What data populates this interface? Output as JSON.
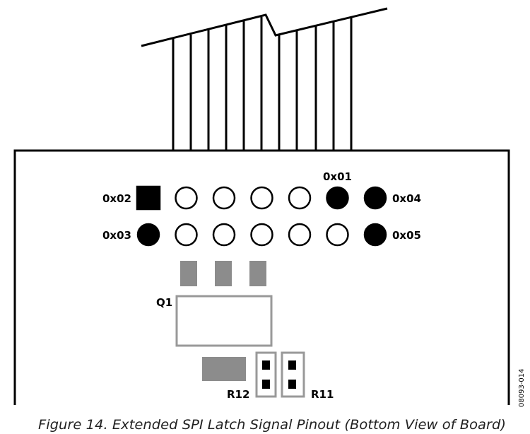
{
  "figure": {
    "caption": "Figure 14. Extended SPI Latch Signal Pinout (Bottom View of Board)",
    "figure_id": "08093-014"
  },
  "pin_labels": {
    "top_left": "0x02",
    "bottom_left": "0x03",
    "top_right": "0x04",
    "bottom_right": "0x05",
    "above": "0x01"
  },
  "component_labels": {
    "transistor": "Q1",
    "resistor_a": "R12",
    "resistor_b": "R11"
  },
  "header": {
    "rows": 2,
    "columns": 7,
    "pins": [
      {
        "row": 1,
        "col": 1,
        "shape": "square",
        "filled": true
      },
      {
        "row": 1,
        "col": 2,
        "shape": "circle",
        "filled": false
      },
      {
        "row": 1,
        "col": 3,
        "shape": "circle",
        "filled": false
      },
      {
        "row": 1,
        "col": 4,
        "shape": "circle",
        "filled": false
      },
      {
        "row": 1,
        "col": 5,
        "shape": "circle",
        "filled": false
      },
      {
        "row": 1,
        "col": 6,
        "shape": "circle",
        "filled": true
      },
      {
        "row": 1,
        "col": 7,
        "shape": "circle",
        "filled": true
      },
      {
        "row": 2,
        "col": 1,
        "shape": "circle",
        "filled": true
      },
      {
        "row": 2,
        "col": 2,
        "shape": "circle",
        "filled": false
      },
      {
        "row": 2,
        "col": 3,
        "shape": "circle",
        "filled": false
      },
      {
        "row": 2,
        "col": 4,
        "shape": "circle",
        "filled": false
      },
      {
        "row": 2,
        "col": 5,
        "shape": "circle",
        "filled": false
      },
      {
        "row": 2,
        "col": 6,
        "shape": "circle",
        "filled": false
      },
      {
        "row": 2,
        "col": 7,
        "shape": "circle",
        "filled": true
      }
    ]
  },
  "colors": {
    "line": "#000000",
    "pad_fill": "#8c8c8c",
    "outline_gray": "#999999"
  }
}
